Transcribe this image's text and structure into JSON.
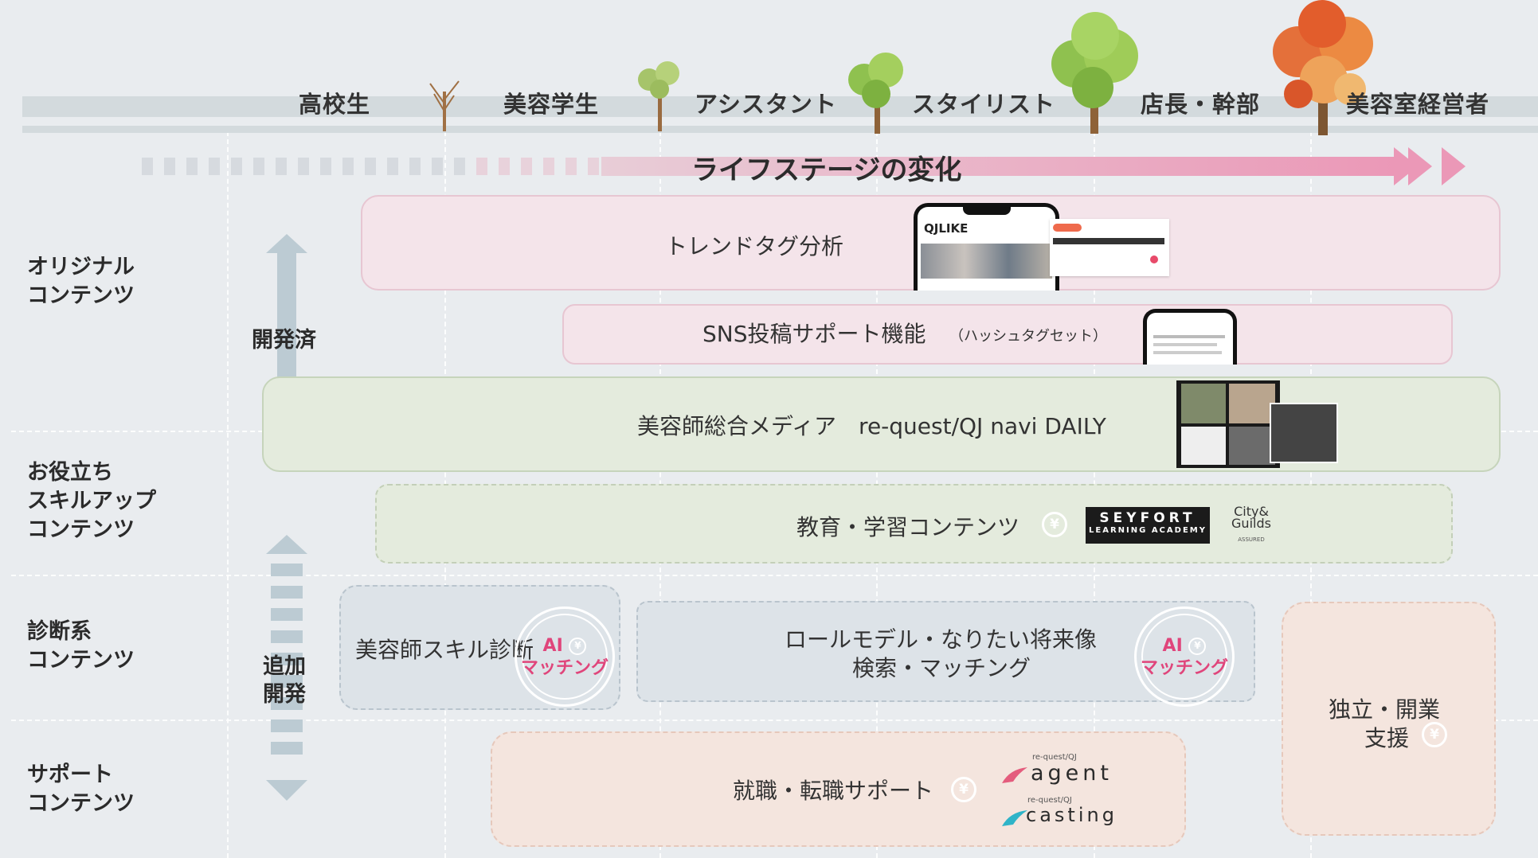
{
  "timeline": {
    "stages": [
      "高校生",
      "美容学生",
      "アシスタント",
      "スタイリスト",
      "店長・幹部",
      "美容室経営者"
    ],
    "arrow_label": "ライフステージの変化"
  },
  "categories": {
    "original": [
      "オリジナル",
      "コンテンツ"
    ],
    "useful": [
      "お役立ち",
      "スキルアップ",
      "コンテンツ"
    ],
    "diagnosis": [
      "診断系",
      "コンテンツ"
    ],
    "support": [
      "サポート",
      "コンテンツ"
    ]
  },
  "status": {
    "developed": "開発済",
    "added": [
      "追加",
      "開発"
    ]
  },
  "items": {
    "trend_tag": "トレンドタグ分析",
    "sns_support": "SNS投稿サポート機能",
    "sns_support_sub": "（ハッシュタグセット）",
    "media": "美容師総合メディア　re-quest/QJ navi DAILY",
    "education": "教育・学習コンテンツ",
    "skill_diagnosis": "美容師スキル診断",
    "role_model_1": "ロールモデル・なりたい将来像",
    "role_model_2": "検索・マッチング",
    "job_support": "就職・転職サポート",
    "independence_1": "独立・開業",
    "independence_2": "支援"
  },
  "badges": {
    "yen": "¥",
    "ai": "AI",
    "matching": "マッチング"
  },
  "logos": {
    "seyfort_1": "SEYFORT",
    "seyfort_2": "LEARNING ACADEMY",
    "city_guilds_1": "City&",
    "city_guilds_2": "Guilds",
    "city_guilds_3": "ASSURED",
    "agent_small": "re-quest/QJ",
    "agent": "agent",
    "casting_small": "re-quest/QJ",
    "casting": "casting",
    "qjlike": "QJLIKE"
  },
  "colors": {
    "background": "#e9ecef",
    "pink_box": "#f4e4ea",
    "green_box": "#e4ebdd",
    "blue_box": "#dde3e8",
    "peach_box": "#f4e5de",
    "arrow_pink": "#e89ab6",
    "accent_ai": "#e0457b",
    "status_arrow": "#bccbd3"
  }
}
